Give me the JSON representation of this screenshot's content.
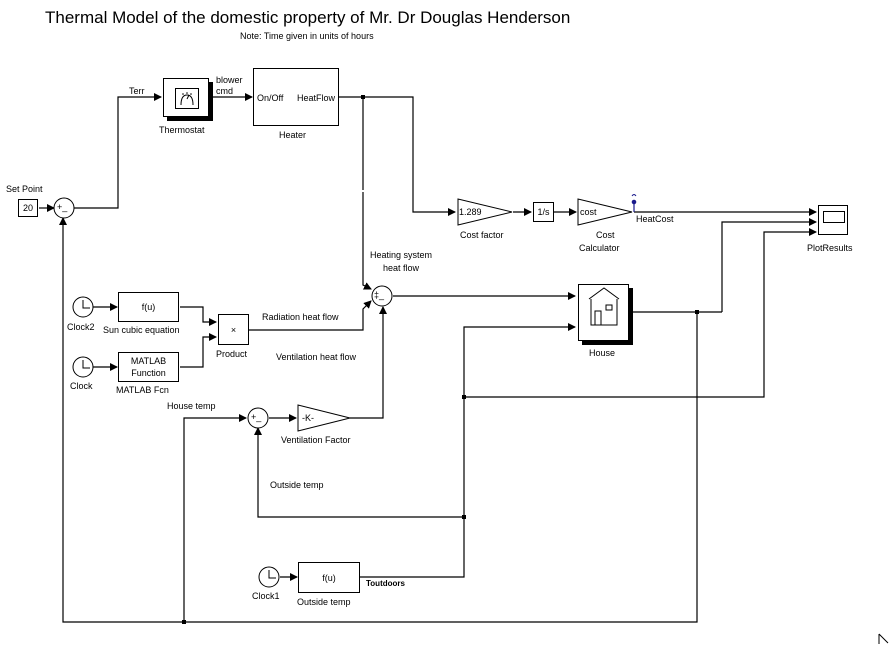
{
  "diagram": {
    "title": "Thermal Model of the domestic property of Mr. Dr Douglas Henderson",
    "note": "Note: Time given in units of hours"
  },
  "blocks": {
    "set_point": {
      "value": "20",
      "label": "Set Point"
    },
    "sum_setpoint": {
      "signs": "+_"
    },
    "thermostat": {
      "label": "Thermostat"
    },
    "heater": {
      "label": "Heater",
      "in_port": "On/Off",
      "out_port": "HeatFlow"
    },
    "cost_factor": {
      "value": "1.289",
      "label": "Cost factor"
    },
    "integrator": {
      "value": "1/s"
    },
    "cost_calculator": {
      "value": "cost",
      "label_line1": "Cost",
      "label_line2": "Calculator"
    },
    "plot_results": {
      "label": "PlotResults"
    },
    "clock2": {
      "label": "Clock2"
    },
    "sun_cubic": {
      "value": "f(u)",
      "label": "Sun cubic equation"
    },
    "clock": {
      "label": "Clock"
    },
    "matlab_fcn": {
      "value_line1": "MATLAB",
      "value_line2": "Function",
      "label": "MATLAB Fcn"
    },
    "product": {
      "value": "×",
      "label": "Product"
    },
    "sum_heat": {
      "signs": "‡_"
    },
    "house": {
      "label": "House"
    },
    "sum_vent": {
      "signs": "+_"
    },
    "ventilation_factor": {
      "value": "-K-",
      "label": "Ventilation Factor"
    },
    "clock1": {
      "label": "Clock1"
    },
    "outside_temp_fcn": {
      "value": "f(u)",
      "label": "Outside temp"
    }
  },
  "signals": {
    "terr": "Terr",
    "blower_cmd_1": "blower",
    "blower_cmd_2": "cmd",
    "heat_cost": "HeatCost",
    "heating_system_1": "Heating system",
    "heating_system_2": "heat flow",
    "radiation": "Radiation heat flow",
    "ventilation": "Ventilation heat flow",
    "house_temp": "House temp",
    "outside_temp": "Outside temp",
    "toutdoors": "Toutdoors"
  },
  "colors": {
    "line": "#000000",
    "test_point": "#1a1a8c",
    "background": "#ffffff"
  }
}
